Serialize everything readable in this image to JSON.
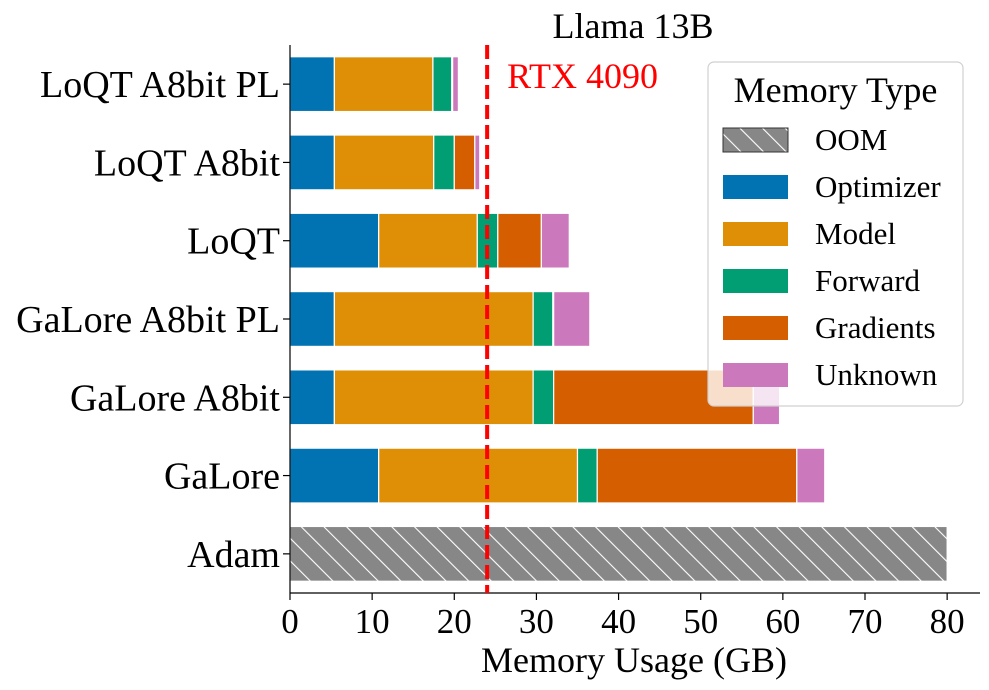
{
  "chart_data": {
    "type": "bar",
    "orientation": "horizontal",
    "stacked": true,
    "title": "Llama 13B",
    "xlabel": "Memory Usage (GB)",
    "ylabel": "",
    "xlim": [
      0,
      84
    ],
    "xticks": [
      0,
      10,
      20,
      30,
      40,
      50,
      60,
      70,
      80
    ],
    "grid": false,
    "categories": [
      "LoQT A8bit PL",
      "LoQT A8bit",
      "LoQT",
      "GaLore A8bit PL",
      "GaLore A8bit",
      "GaLore",
      "Adam"
    ],
    "series": [
      {
        "name": "OOM",
        "color": "#878787",
        "pattern": "hatch",
        "values": [
          0,
          0,
          0,
          0,
          0,
          0,
          80
        ]
      },
      {
        "name": "Optimizer",
        "color": "#0173b2",
        "values": [
          5.4,
          5.4,
          10.8,
          5.4,
          5.4,
          10.8,
          0
        ]
      },
      {
        "name": "Model",
        "color": "#de8f05",
        "values": [
          12.0,
          12.1,
          12.0,
          24.2,
          24.2,
          24.2,
          0
        ]
      },
      {
        "name": "Forward",
        "color": "#029e73",
        "values": [
          2.3,
          2.5,
          2.5,
          2.4,
          2.5,
          2.4,
          0
        ]
      },
      {
        "name": "Gradients",
        "color": "#d55e00",
        "values": [
          0.1,
          2.5,
          5.3,
          0.1,
          24.3,
          24.3,
          0
        ]
      },
      {
        "name": "Unknown",
        "color": "#cc78bc",
        "values": [
          0.7,
          0.6,
          3.4,
          4.4,
          3.2,
          3.4,
          0
        ]
      }
    ],
    "reference_line": {
      "value": 24,
      "label": "RTX 4090",
      "color": "#ff0000",
      "style": "dashed"
    },
    "legend": {
      "title": "Memory Type",
      "placement": "top-right"
    }
  }
}
